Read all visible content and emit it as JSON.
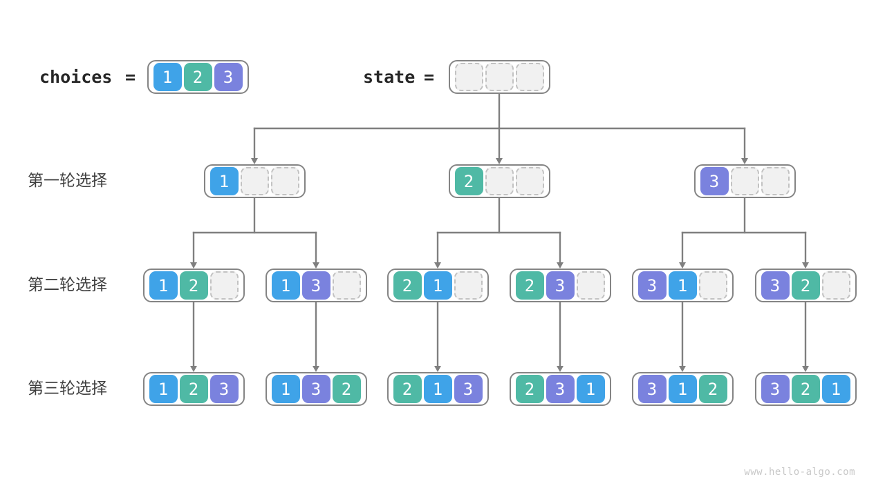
{
  "header": {
    "choices_label": "choices",
    "choices_equals": "=",
    "state_label": "state",
    "state_equals": "=",
    "choices_cells": [
      "1",
      "2",
      "3"
    ],
    "state_cells": [
      "",
      "",
      ""
    ]
  },
  "colors": {
    "1": "#3fa3e8",
    "2": "#4fb9a5",
    "3": "#7a82de",
    "empty_fill": "#f1f1f1",
    "box_border": "#848484",
    "arrow": "#7f7f7f"
  },
  "rows": [
    {
      "label": "第一轮选择",
      "nodes": [
        [
          "1",
          "",
          ""
        ],
        [
          "2",
          "",
          ""
        ],
        [
          "3",
          "",
          ""
        ]
      ]
    },
    {
      "label": "第二轮选择",
      "nodes": [
        [
          "1",
          "2",
          ""
        ],
        [
          "1",
          "3",
          ""
        ],
        [
          "2",
          "1",
          ""
        ],
        [
          "2",
          "3",
          ""
        ],
        [
          "3",
          "1",
          ""
        ],
        [
          "3",
          "2",
          ""
        ]
      ]
    },
    {
      "label": "第三轮选择",
      "nodes": [
        [
          "1",
          "2",
          "3"
        ],
        [
          "1",
          "3",
          "2"
        ],
        [
          "2",
          "1",
          "3"
        ],
        [
          "2",
          "3",
          "1"
        ],
        [
          "3",
          "1",
          "2"
        ],
        [
          "3",
          "2",
          "1"
        ]
      ]
    }
  ],
  "watermark": "www.hello-algo.com"
}
